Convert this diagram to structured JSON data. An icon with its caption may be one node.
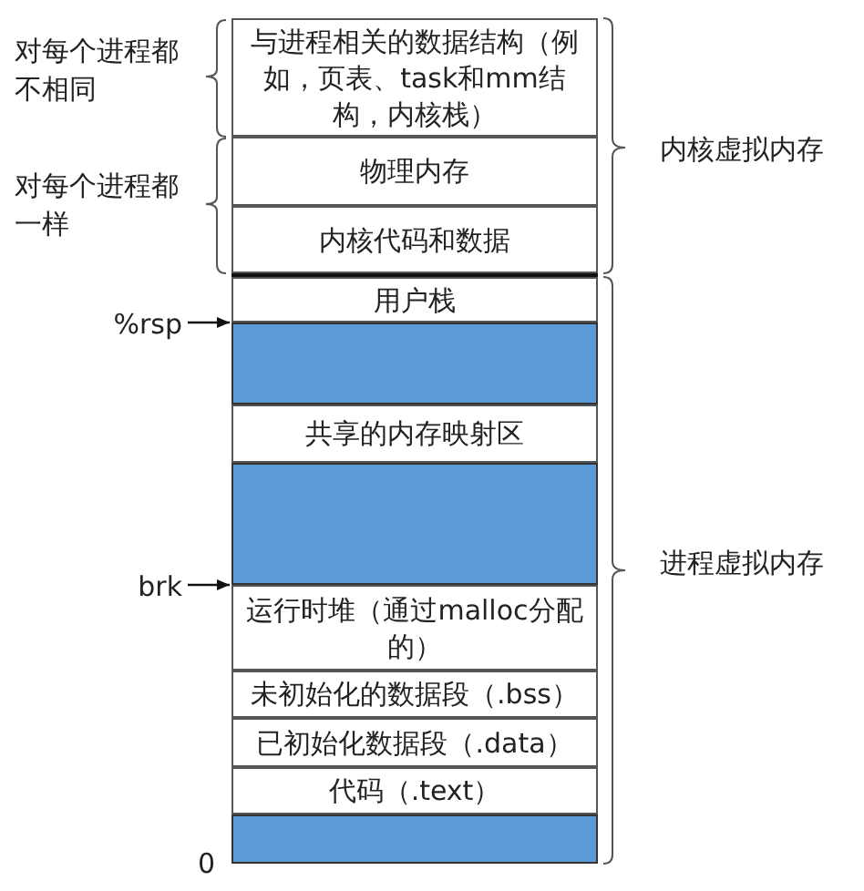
{
  "diagram": {
    "nodes": [
      {
        "text": [
          "与进程相关的数据结构（例如，页表、task和mm结构，内核栈）"
        ]
      },
      {
        "text": [
          "物理内存"
        ]
      },
      {
        "text": [
          "内核代码和数据"
        ]
      },
      {
        "text": [
          "用户栈"
        ]
      },
      {
        "text": [],
        "shape": "box"
      },
      {
        "text": [
          "共享的内存映射区"
        ]
      },
      {
        "text": [],
        "shape": "box"
      },
      {
        "text": [
          "运行时堆（通过malloc分配的）"
        ]
      },
      {
        "text": [
          "未初始化的数据段（.bss）"
        ]
      },
      {
        "text": [
          "已初始化数据段（.data）"
        ]
      },
      {
        "text": [
          "代码（.text）"
        ]
      },
      {
        "text": [],
        "shape": "box"
      },
      {
        "text": [
          "%rsp"
        ]
      },
      {
        "text": [
          "brk"
        ]
      }
    ],
    "edges": [
      {
        "from": 12,
        "to": 4,
        "arrow": "to"
      },
      {
        "from": 13,
        "to": 7,
        "arrow": "to"
      }
    ],
    "labels": [
      "对每个进程都不相同",
      "对每个进程都一样",
      "内核虚拟内存",
      "进程虚拟内存",
      "0"
    ]
  }
}
